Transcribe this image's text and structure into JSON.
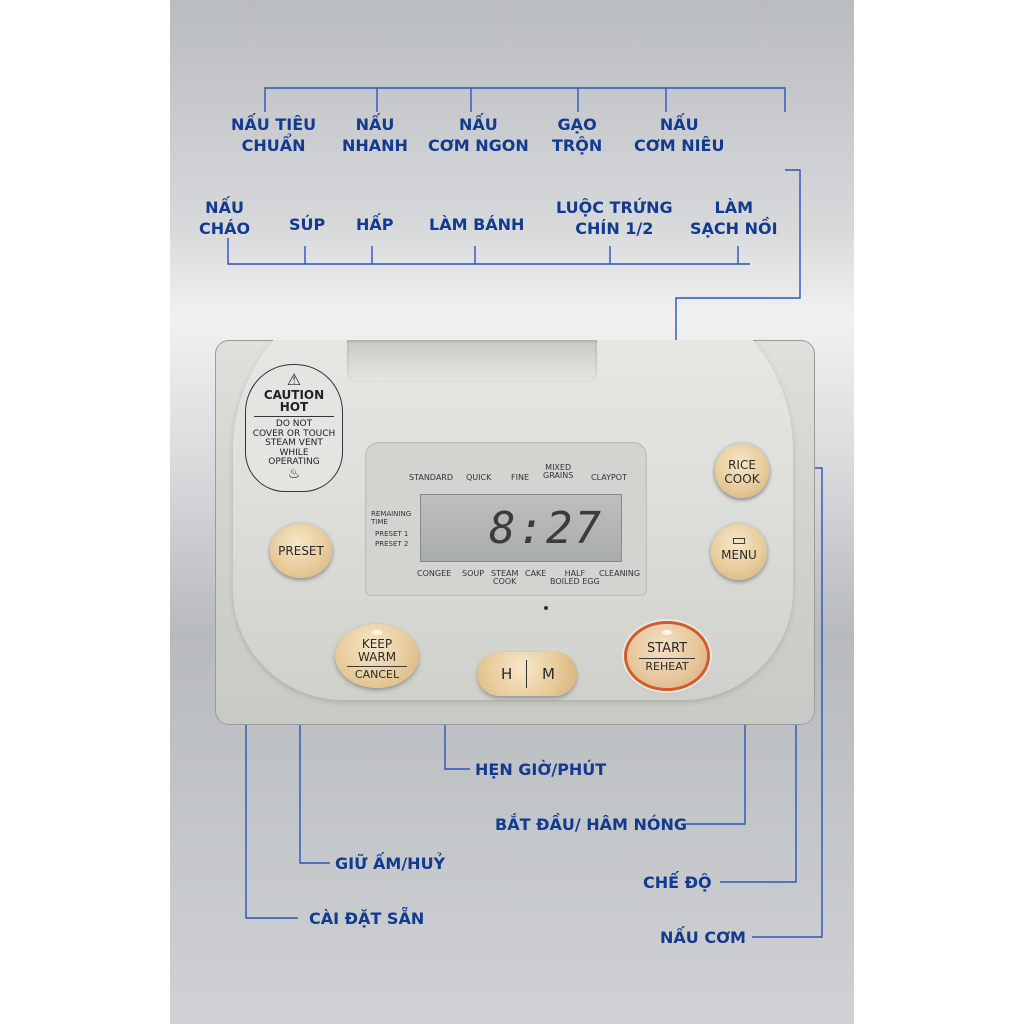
{
  "top_labels": [
    [
      "NẤU TIÊU",
      "CHUẨN"
    ],
    [
      "NẤU",
      "NHANH"
    ],
    [
      "NẤU",
      "CƠM NGON"
    ],
    [
      "GẠO",
      "TRỘN"
    ],
    [
      "NẤU",
      "CƠM NIÊU"
    ]
  ],
  "second_labels": [
    [
      "NẤU",
      "CHÁO"
    ],
    [
      "SÚP"
    ],
    [
      "HẤP"
    ],
    [
      "LÀM BÁNH"
    ],
    [
      "LUỘC TRỨNG",
      "CHÍN 1/2"
    ],
    [
      "LÀM",
      "SẠCH NỒI"
    ]
  ],
  "bottom_labels": {
    "hour_minute": "HẸN GIỜ/PHÚT",
    "start_reheat": "BẮT ĐẦU/ HÂM NÓNG",
    "keep_warm": "GIỮ ẤM/HUỶ",
    "menu": "CHẾ ĐỘ",
    "preset": "CÀI ĐẶT SẴN",
    "rice_cook": "NẤU CƠM"
  },
  "caution": {
    "title": [
      "CAUTION",
      "HOT"
    ],
    "body": [
      "DO NOT",
      "COVER OR TOUCH",
      "STEAM VENT",
      "WHILE",
      "OPERATING"
    ]
  },
  "display": {
    "top_modes": [
      "STANDARD",
      "QUICK",
      "FINE",
      "MIXED\nGRAINS",
      "CLAYPOT"
    ],
    "bottom_modes": [
      "CONGEE",
      "SOUP",
      "STEAM\nCOOK",
      "CAKE",
      "HALF\nBOILED EGG",
      "CLEANING"
    ],
    "side_labels": [
      "REMAINING\nTIME",
      "PRESET 1",
      "PRESET 2"
    ],
    "time": "8:27"
  },
  "buttons": {
    "preset": "PRESET",
    "rice_cook": [
      "RICE",
      "COOK"
    ],
    "menu": "MENU",
    "keep_warm": [
      "KEEP",
      "WARM",
      "CANCEL"
    ],
    "hour": "H",
    "minute": "M",
    "start": [
      "START",
      "REHEAT"
    ]
  },
  "colors": {
    "label_blue": "#123a8f",
    "line_blue": "#2c55b8",
    "button_beige": "#e8cc9b",
    "start_ring": "#d45a2a"
  },
  "icons": [
    "warning-triangle-icon",
    "hot-steam-icon",
    "menu-book-icon"
  ]
}
